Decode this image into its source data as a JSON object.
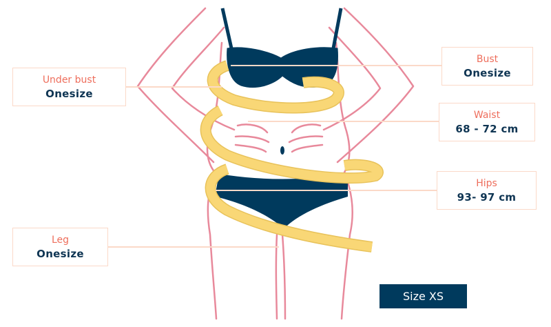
{
  "measurements": {
    "under_bust": {
      "title": "Under bust",
      "value": "Onesize"
    },
    "bust": {
      "title": "Bust",
      "value": "Onesize"
    },
    "waist": {
      "title": "Waist",
      "value": "68 - 72 cm"
    },
    "hips": {
      "title": "Hips",
      "value": "93- 97 cm"
    },
    "leg": {
      "title": "Leg",
      "value": "Onesize"
    }
  },
  "size_button": "Size XS",
  "colors": {
    "outline": "#e8899b",
    "navy": "#003a5d",
    "tape": "#f9d776",
    "label_title": "#ee6e5c",
    "label_border": "#fbd9c8"
  }
}
